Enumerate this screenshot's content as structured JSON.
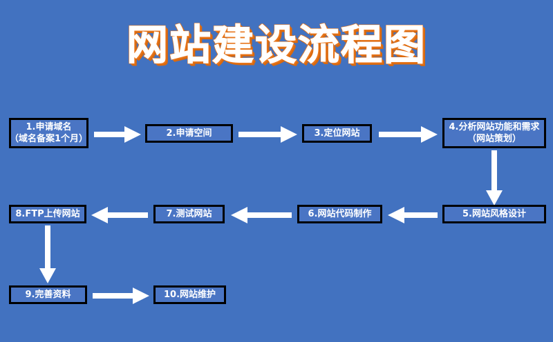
{
  "title": "网站建设流程图",
  "colors": {
    "background": "#4272c0",
    "node_fill": "#4a75c4",
    "node_border": "#000000",
    "text": "#ffffff",
    "title_fill": "#ffffff",
    "title_shadow": "#e8761c",
    "arrow": "#ffffff"
  },
  "nodes": [
    {
      "id": "node-1",
      "line1": "1.申请域名",
      "line2": "（域名备案1个月）"
    },
    {
      "id": "node-2",
      "line1": "2.申请空间",
      "line2": ""
    },
    {
      "id": "node-3",
      "line1": "3.定位网站",
      "line2": ""
    },
    {
      "id": "node-4",
      "line1": "4.分析网站功能和需求",
      "line2": "（网站策划）"
    },
    {
      "id": "node-5",
      "line1": "5.网站风格设计",
      "line2": ""
    },
    {
      "id": "node-6",
      "line1": "6.网站代码制作",
      "line2": ""
    },
    {
      "id": "node-7",
      "line1": "7.测试网站",
      "line2": ""
    },
    {
      "id": "node-8",
      "line1": "8.FTP上传网站",
      "line2": ""
    },
    {
      "id": "node-9",
      "line1": "9.完善资料",
      "line2": ""
    },
    {
      "id": "node-10",
      "line1": "10.网站维护",
      "line2": ""
    }
  ],
  "connectors": [
    {
      "id": "arrow-1-to-2",
      "from": "node-1",
      "to": "node-2",
      "direction": "right"
    },
    {
      "id": "arrow-2-to-3",
      "from": "node-2",
      "to": "node-3",
      "direction": "right"
    },
    {
      "id": "arrow-3-to-4",
      "from": "node-3",
      "to": "node-4",
      "direction": "right"
    },
    {
      "id": "arrow-4-to-5",
      "from": "node-4",
      "to": "node-5",
      "direction": "down"
    },
    {
      "id": "arrow-5-to-6",
      "from": "node-5",
      "to": "node-6",
      "direction": "left"
    },
    {
      "id": "arrow-6-to-7",
      "from": "node-6",
      "to": "node-7",
      "direction": "left"
    },
    {
      "id": "arrow-7-to-8",
      "from": "node-7",
      "to": "node-8",
      "direction": "left"
    },
    {
      "id": "arrow-8-to-9",
      "from": "node-8",
      "to": "node-9",
      "direction": "down"
    },
    {
      "id": "arrow-9-to-10",
      "from": "node-9",
      "to": "node-10",
      "direction": "right"
    }
  ]
}
